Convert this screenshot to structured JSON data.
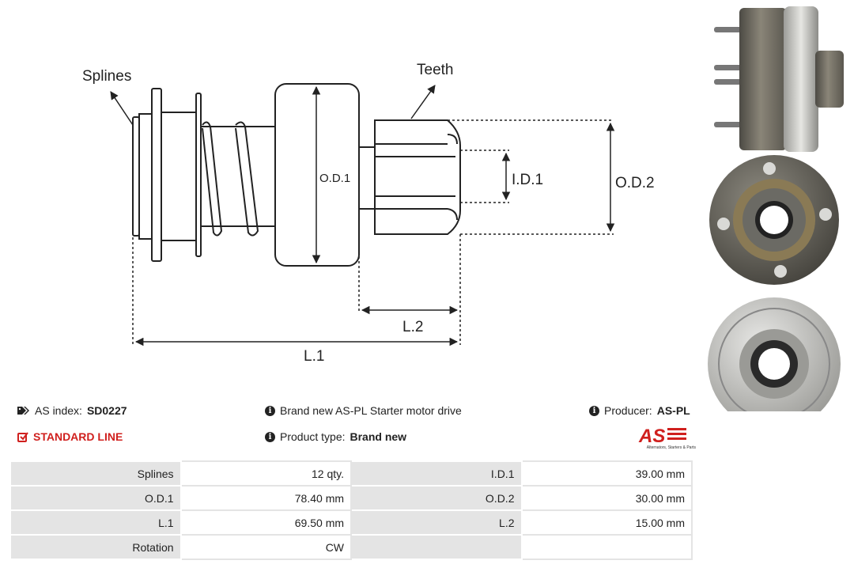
{
  "diagram": {
    "splines_label": "Splines",
    "teeth_label": "Teeth",
    "od1_label": "O.D.1",
    "id1_label": "I.D.1",
    "od2_label": "O.D.2",
    "l2_label": "L.2",
    "l1_label": "L.1"
  },
  "info": {
    "as_index_label": "AS index:",
    "as_index_value": "SD0227",
    "line_label": "STANDARD LINE",
    "description": "Brand new AS-PL Starter motor drive",
    "product_type_label": "Product type:",
    "product_type_value": "Brand new",
    "producer_label": "Producer:",
    "producer_value": "AS-PL"
  },
  "logo": {
    "text": "AS",
    "tagline": "Alternators, Starters & Parts",
    "color": "#d0201e"
  },
  "specs": {
    "rows": [
      {
        "l1": "Splines",
        "v1": "12 qty.",
        "l2": "I.D.1",
        "v2": "39.00 mm"
      },
      {
        "l1": "O.D.1",
        "v1": "78.40 mm",
        "l2": "O.D.2",
        "v2": "30.00 mm"
      },
      {
        "l1": "L.1",
        "v1": "69.50 mm",
        "l2": "L.2",
        "v2": "15.00 mm"
      },
      {
        "l1": "Rotation",
        "v1": "CW",
        "l2": "",
        "v2": ""
      }
    ]
  },
  "icons": {
    "tag": "tag-icon",
    "check": "checkbox-icon",
    "info": "info-icon"
  }
}
